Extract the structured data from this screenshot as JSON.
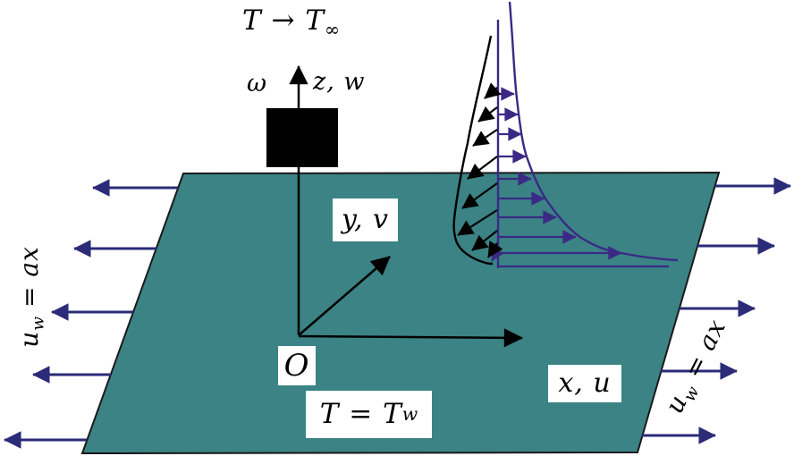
{
  "colors": {
    "background": "#ffffff",
    "sheet_fill": "#3b8385",
    "sheet_outline": "#1a1a1a",
    "stretch_arrow": "#2b2b78",
    "axis_black": "#000000",
    "profile_main": "#3a2a85",
    "profile_secondary": "#000000",
    "label_box_bg": "#ffffff"
  },
  "labels": {
    "temperature_top": {
      "pre": "T → T",
      "sub": "∞"
    },
    "omega": "ω",
    "z_axis": "z, w",
    "y_axis": "y, v",
    "x_axis": "x, u",
    "origin": "O",
    "wall_temperature": {
      "pre": "T = T",
      "sub": "w"
    },
    "stretch_left": {
      "pre": "u",
      "sub": "w",
      "post": " = ax"
    },
    "stretch_right": {
      "pre": "u",
      "sub": "w",
      "post": " = ax"
    }
  }
}
